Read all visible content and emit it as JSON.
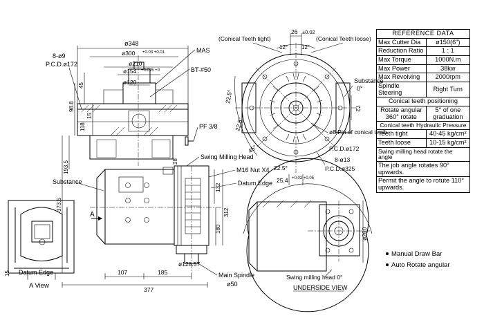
{
  "reference": {
    "title": "REFERENCE DATA",
    "rows": [
      [
        "Max Cutter Dia",
        "ø150(6\")"
      ],
      [
        "Reduction Ratio",
        "1 : 1"
      ],
      [
        "Max Torque",
        "1000N.m"
      ],
      [
        "Max Power",
        "38kw"
      ],
      [
        "Max Revolving",
        "2000rpm"
      ],
      [
        "Spindle Steering",
        "Right Turn"
      ]
    ],
    "positioning_title": "Conical teeth positioning",
    "rotate_label": "Rotate angular 360° rotate",
    "rotate_value": "5° of one graduation",
    "hydraulic_title": "Conical teeth Hydraulic Pressure",
    "pressure_rows": [
      [
        "Teeth tight",
        "40-45 kg/cm²"
      ],
      [
        "Teeth loose",
        "10-15 kg/cm²"
      ]
    ],
    "swing_note": "Swing milling head rotate the angle",
    "job_angle": "The job angle rotates 90° upwards.",
    "permit": "Permit the angle to rotute 110° upwards."
  },
  "notes": [
    "Manual Draw Bar",
    "Auto Rotate angular"
  ],
  "labels": {
    "a_view": "A View",
    "datum_edge_a": "Datum Edge",
    "underside_view": "UNDERSIDE VIEW",
    "swing_head_0": "Swing milling head 0°",
    "substance_left": "Substance",
    "substance_right": "Substance",
    "substance_right_angle": "0°",
    "swing_milling_head": "Swing Milling Head",
    "m16_nut": "M16 Nut X4",
    "datum_edge": "Datum Edge",
    "main_spindle": "Main Spindle",
    "main_spindle_dia": "ø50",
    "mas": "MAS",
    "bt50": "BT-#50",
    "pf38": "PF 3/8",
    "holes_left": "8-ø9",
    "pcd_left": "P.C.D.ø172",
    "conical_tight": "(Conical Teeth tight)",
    "conical_loose": "(Conical Teeth loose)",
    "pin_label": "ø8 Pin of conical teeth",
    "pin_pcd": "P.C.D.ø172",
    "holes_right": "8-ø13",
    "pcd_right": "P.C.D.ø325",
    "arrow_a": "A"
  },
  "dims": {
    "d348": "ø348",
    "d300": "ø300",
    "d300_tol": "+0.03 +0.01",
    "d210": "ø210",
    "d154": "ø154",
    "d154_tol": "+0.025 +0",
    "d120": "ø120",
    "d45": "45",
    "d98_8": "98.8",
    "d15": "15",
    "d118": "118",
    "d193_5": "193.5",
    "d373_5": "373.5",
    "d28": "28",
    "d132": "132",
    "d312": "312",
    "d180": "180",
    "d107": "107",
    "d185": "185",
    "d377": "377",
    "d128_57": "ø128.57",
    "d26": "26",
    "d26_tol": "±0.02",
    "d12a": "12°",
    "d12b": "12°",
    "d22_5a": "22.5°",
    "d22_5b": "22.5°",
    "d22_5c": "22.5°",
    "d45deg": "45°",
    "d72": "72",
    "d25_4": "25.4",
    "d25_4_tol": "+0.02 +0.05",
    "d260": "ø260",
    "d15_a": "15"
  }
}
